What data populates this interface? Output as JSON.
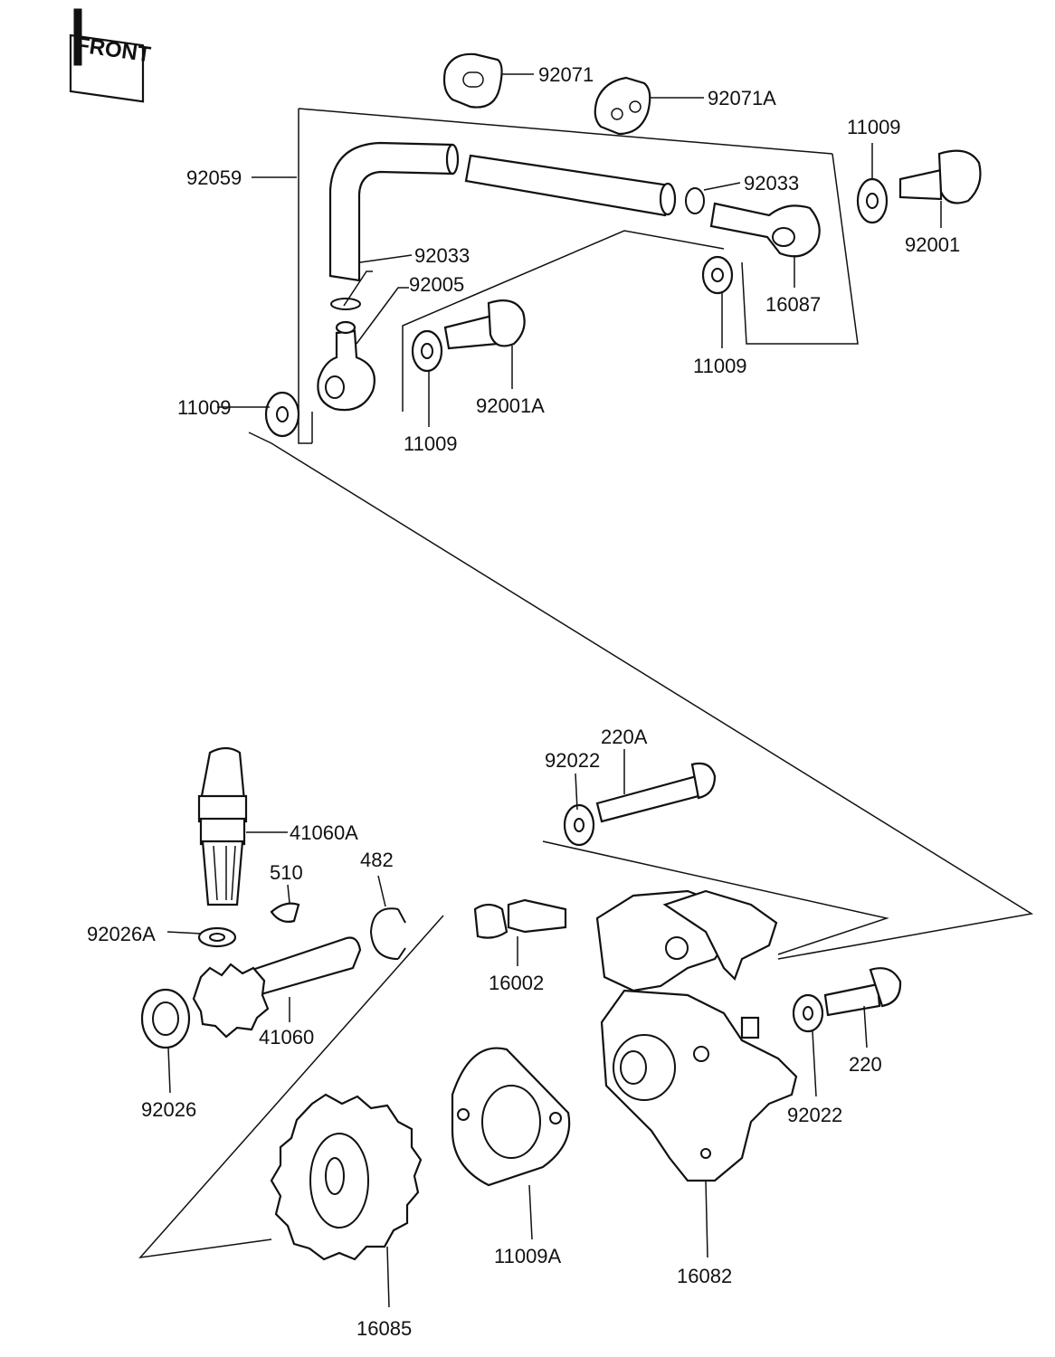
{
  "front_badge": "FRONT",
  "labels": {
    "p92071": "92071",
    "p92071A": "92071A",
    "p11009_top": "11009",
    "p92059": "92059",
    "p92033_right": "92033",
    "p92033_left": "92033",
    "p92005": "92005",
    "p92001": "92001",
    "p16087": "16087",
    "p11009_right": "11009",
    "p92001A": "92001A",
    "p11009_left": "11009",
    "p11009_mid": "11009",
    "p220A": "220A",
    "p92022_top": "92022",
    "p41060A": "41060A",
    "p510": "510",
    "p482": "482",
    "p92026A": "92026A",
    "p16002": "16002",
    "p41060": "41060",
    "p92026": "92026",
    "p220": "220",
    "p92022_right": "92022",
    "p11009A": "11009A",
    "p16082": "16082",
    "p16085": "16085"
  }
}
